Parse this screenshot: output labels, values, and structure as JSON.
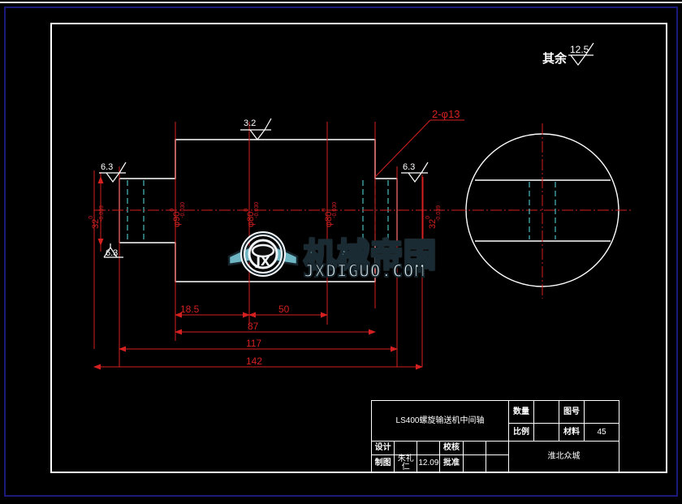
{
  "drawing": {
    "general_finish_label": "其余",
    "general_finish_value": "12.5",
    "watermark_cn": "机械帝国",
    "watermark_en": "JXDIGUO.COM",
    "watermark_badge": "JX"
  },
  "surface_finishes": [
    {
      "id": "finish-left-top",
      "value": "6.3"
    },
    {
      "id": "finish-left-bottom",
      "value": "6.3"
    },
    {
      "id": "finish-center-top",
      "value": "3.2"
    },
    {
      "id": "finish-right-top",
      "value": "6.3"
    }
  ],
  "callouts": [
    {
      "id": "hole-callout",
      "text": "2-φ13"
    }
  ],
  "diameter_dims": [
    {
      "id": "dim-d90",
      "base": "φ90",
      "upper": "0",
      "lower": "-0.030"
    },
    {
      "id": "dim-d80-left",
      "base": "φ80",
      "upper": "0",
      "lower": "-0.030"
    },
    {
      "id": "dim-d80-right",
      "base": "φ80",
      "upper": "0",
      "lower": "-0.030"
    }
  ],
  "height_dims": [
    {
      "id": "dim-32-left",
      "base": "32",
      "upper": "0",
      "lower": "-0.039"
    },
    {
      "id": "dim-32-right",
      "base": "32",
      "upper": "0",
      "lower": "-0.039"
    }
  ],
  "linear_dims": [
    {
      "id": "dim-18-5",
      "value": "18.5"
    },
    {
      "id": "dim-50",
      "value": "50"
    },
    {
      "id": "dim-87",
      "value": "87"
    },
    {
      "id": "dim-117",
      "value": "117"
    },
    {
      "id": "dim-142",
      "value": "142"
    }
  ],
  "title_block": {
    "part_name": "LS400螺旋输送机中间轴",
    "quantity_label": "数量",
    "quantity_value": "",
    "drawing_no_label": "图号",
    "drawing_no_value": "",
    "scale_label": "比例",
    "scale_value": "",
    "material_label": "材料",
    "material_value": "45",
    "design_label": "设计",
    "design_value": "",
    "design_date": "",
    "check_label": "校核",
    "check_value": "",
    "check_date": "",
    "draw_label": "制图",
    "draw_value": "朱礼仁",
    "draw_date": "12.09",
    "approve_label": "批准",
    "approve_value": "",
    "approve_date": "",
    "company": "淮北众城"
  },
  "colors": {
    "background": "#000000",
    "outline": "#ffffff",
    "dimension": "#d42020",
    "hidden": "#4fd0d0",
    "frame_blue": "#1a1a7a"
  }
}
